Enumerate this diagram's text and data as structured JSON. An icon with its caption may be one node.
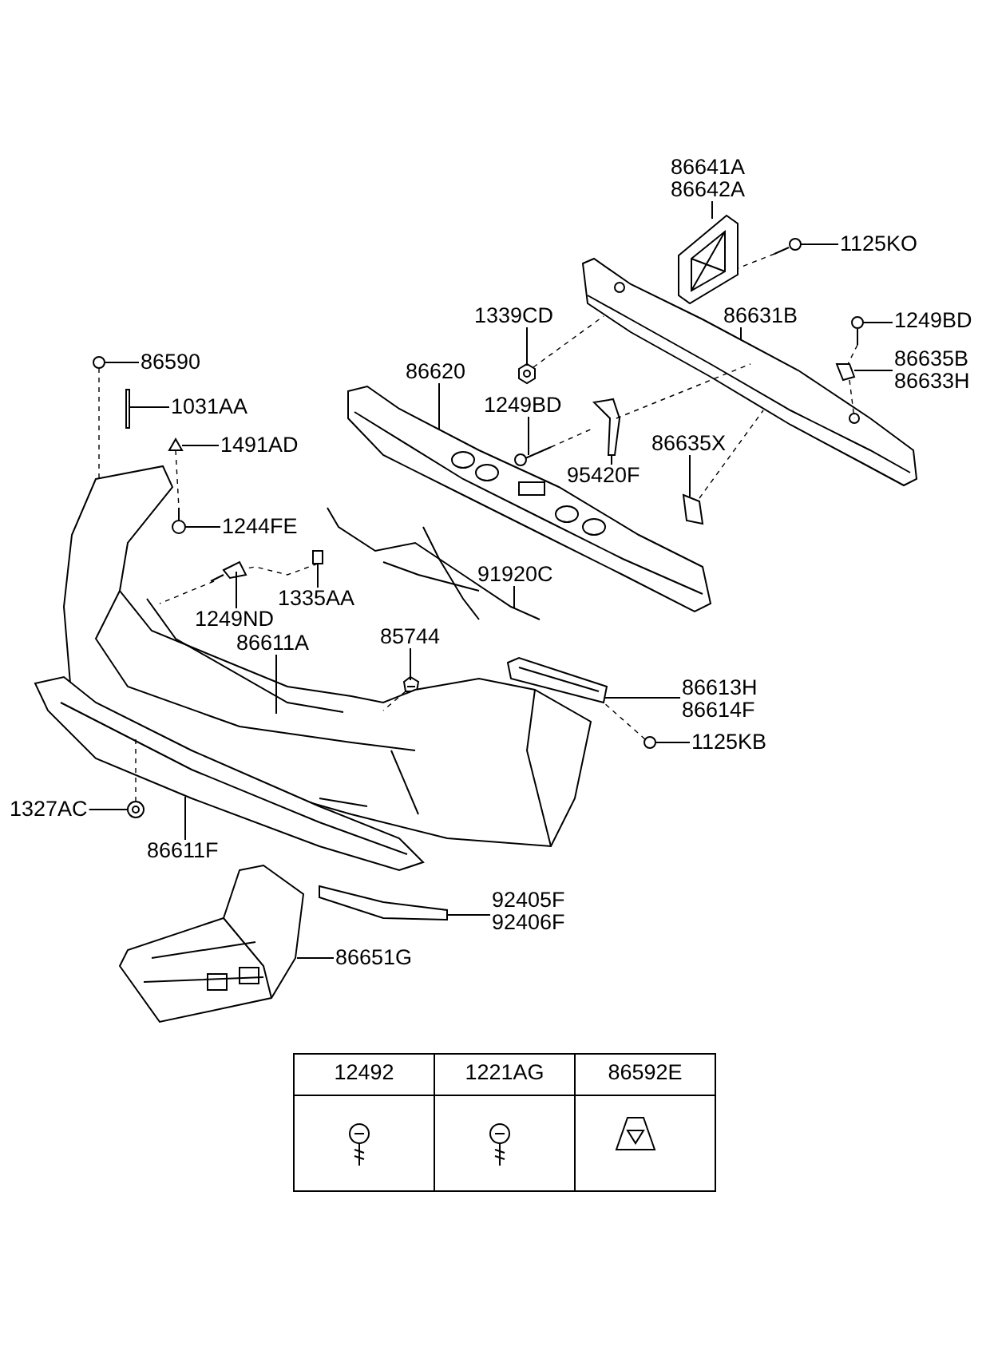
{
  "diagram": {
    "nodes": [
      {
        "text": [
          "86641A",
          "86642A"
        ]
      },
      {
        "text": [
          "1125KO"
        ]
      },
      {
        "text": [
          "1339CD"
        ]
      },
      {
        "text": [
          "86631B"
        ]
      },
      {
        "text": [
          "1249BD"
        ]
      },
      {
        "text": [
          "86635B",
          "86633H"
        ]
      },
      {
        "text": [
          "86620"
        ]
      },
      {
        "text": [
          "1249BD"
        ]
      },
      {
        "text": [
          "86635X"
        ]
      },
      {
        "text": [
          "95420F"
        ]
      },
      {
        "text": [
          "86590"
        ]
      },
      {
        "text": [
          "1031AA"
        ]
      },
      {
        "text": [
          "1491AD"
        ]
      },
      {
        "text": [
          "1244FE"
        ]
      },
      {
        "text": [
          "1249ND"
        ]
      },
      {
        "text": [
          "1335AA"
        ]
      },
      {
        "text": [
          "91920C"
        ]
      },
      {
        "text": [
          "85744"
        ]
      },
      {
        "text": [
          "86611A"
        ]
      },
      {
        "text": [
          "86613H",
          "86614F"
        ]
      },
      {
        "text": [
          "1125KB"
        ]
      },
      {
        "text": [
          "1327AC"
        ]
      },
      {
        "text": [
          "86611F"
        ]
      },
      {
        "text": [
          "92405F",
          "92406F"
        ]
      },
      {
        "text": [
          "86651G"
        ]
      },
      {
        "text": [],
        "shape": "picture"
      },
      {
        "text": [],
        "shape": "picture"
      },
      {
        "text": [],
        "shape": "picture"
      },
      {
        "text": [],
        "shape": "picture"
      },
      {
        "text": [],
        "shape": "picture"
      },
      {
        "text": [],
        "shape": "picture"
      },
      {
        "text": [],
        "shape": "picture"
      },
      {
        "text": [],
        "shape": "picture"
      },
      {
        "text": [],
        "shape": "picture"
      },
      {
        "text": [],
        "shape": "picture"
      },
      {
        "text": [],
        "shape": "picture"
      },
      {
        "text": [],
        "shape": "picture"
      },
      {
        "text": [],
        "shape": "picture"
      },
      {
        "text": [],
        "shape": "picture"
      },
      {
        "text": [],
        "shape": "picture"
      },
      {
        "text": [],
        "shape": "picture"
      },
      {
        "text": [],
        "shape": "picture"
      },
      {
        "text": [],
        "shape": "picture"
      },
      {
        "text": [],
        "shape": "picture"
      },
      {
        "text": [],
        "shape": "picture"
      },
      {
        "text": [],
        "shape": "picture"
      },
      {
        "text": [],
        "shape": "picture"
      },
      {
        "text": [],
        "shape": "picture"
      },
      {
        "text": [],
        "shape": "picture"
      },
      {
        "text": [],
        "shape": "picture"
      }
    ],
    "edges": [
      {
        "from": 0,
        "to": 25,
        "arrow": "none"
      },
      {
        "from": 1,
        "to": 26,
        "arrow": "none"
      },
      {
        "from": 2,
        "to": 27,
        "arrow": "none"
      },
      {
        "from": 3,
        "to": 28,
        "arrow": "none"
      },
      {
        "from": 4,
        "to": 29,
        "arrow": "none"
      },
      {
        "from": 5,
        "to": 30,
        "arrow": "none"
      },
      {
        "from": 6,
        "to": 31,
        "arrow": "none"
      },
      {
        "from": 7,
        "to": 32,
        "arrow": "none"
      },
      {
        "from": 8,
        "to": 33,
        "arrow": "none"
      },
      {
        "from": 9,
        "to": 34,
        "arrow": "none"
      },
      {
        "from": 10,
        "to": 35,
        "arrow": "none"
      },
      {
        "from": 11,
        "to": 36,
        "arrow": "none"
      },
      {
        "from": 12,
        "to": 37,
        "arrow": "none"
      },
      {
        "from": 13,
        "to": 38,
        "arrow": "none"
      },
      {
        "from": 14,
        "to": 39,
        "arrow": "none"
      },
      {
        "from": 15,
        "to": 40,
        "arrow": "none"
      },
      {
        "from": 16,
        "to": 41,
        "arrow": "none"
      },
      {
        "from": 17,
        "to": 42,
        "arrow": "none"
      },
      {
        "from": 18,
        "to": 43,
        "arrow": "none"
      },
      {
        "from": 19,
        "to": 44,
        "arrow": "none"
      },
      {
        "from": 20,
        "to": 45,
        "arrow": "none"
      },
      {
        "from": 21,
        "to": 46,
        "arrow": "none"
      },
      {
        "from": 22,
        "to": 47,
        "arrow": "none"
      },
      {
        "from": 23,
        "to": 48,
        "arrow": "none"
      },
      {
        "from": 24,
        "to": 49,
        "arrow": "none"
      },
      {
        "from": 35,
        "to": 43,
        "arrow": "none",
        "style": "dashed"
      },
      {
        "from": 37,
        "to": 38,
        "arrow": "none",
        "style": "dashed"
      },
      {
        "from": 39,
        "to": 43,
        "arrow": "none",
        "style": "dashed"
      },
      {
        "from": 40,
        "to": 39,
        "arrow": "none",
        "style": "dashed"
      },
      {
        "from": 46,
        "to": 47,
        "arrow": "none",
        "style": "dashed"
      },
      {
        "from": 42,
        "to": 43,
        "arrow": "none",
        "style": "dashed"
      },
      {
        "from": 27,
        "to": 28,
        "arrow": "none",
        "style": "dashed"
      },
      {
        "from": 26,
        "to": 25,
        "arrow": "none",
        "style": "dashed"
      },
      {
        "from": 32,
        "to": 34,
        "arrow": "none",
        "style": "dashed"
      },
      {
        "from": 34,
        "to": 28,
        "arrow": "none",
        "style": "dashed"
      },
      {
        "from": 29,
        "to": 30,
        "arrow": "none",
        "style": "dashed"
      },
      {
        "from": 30,
        "to": 28,
        "arrow": "none",
        "style": "dashed"
      },
      {
        "from": 33,
        "to": 28,
        "arrow": "none",
        "style": "dashed"
      },
      {
        "from": 45,
        "to": 44,
        "arrow": "none",
        "style": "dashed"
      }
    ],
    "labels": [
      "12492",
      "1221AG",
      "86592E"
    ]
  }
}
